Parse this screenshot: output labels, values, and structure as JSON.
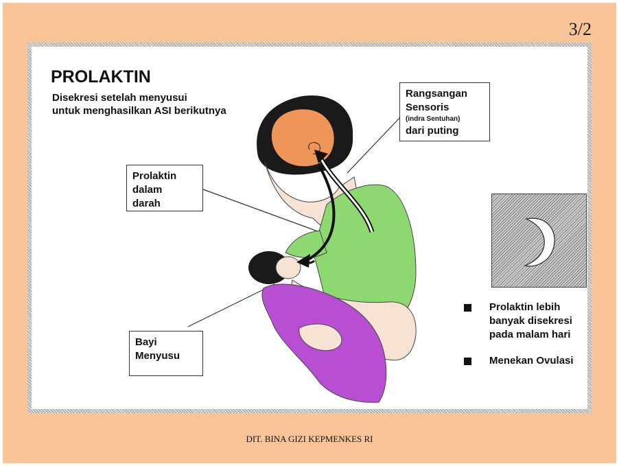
{
  "slide_number": "3/2",
  "title": "PROLAKTIN",
  "subtitle_lines": [
    "Disekresi setelah menyusui",
    "untuk menghasilkan ASI berikutnya"
  ],
  "labels": {
    "sensory": {
      "line1": "Rangsangan",
      "line2": "Sensoris",
      "line3": "(indra Sentuhan)",
      "line4": "dari puting"
    },
    "blood": {
      "line1": "Prolaktin",
      "line2": "dalam",
      "line3": "darah"
    },
    "baby": {
      "line1": "Bayi",
      "line2": "Menyusu"
    }
  },
  "bullets": [
    {
      "lines": [
        "Prolaktin lebih",
        "banyak disekresi",
        "pada malam hari"
      ]
    },
    {
      "lines": [
        "Menekan Ovulasi"
      ]
    }
  ],
  "footer": "DIT. BINA GIZI  KEPMENKES RI",
  "colors": {
    "background": "#f9c497",
    "brain": "#f0955a",
    "shirt": "#8dd870",
    "blanket": "#b84fd3",
    "skin": "#f6e3d3"
  },
  "icons": [
    "moon-icon",
    "bullet-square-icon"
  ]
}
